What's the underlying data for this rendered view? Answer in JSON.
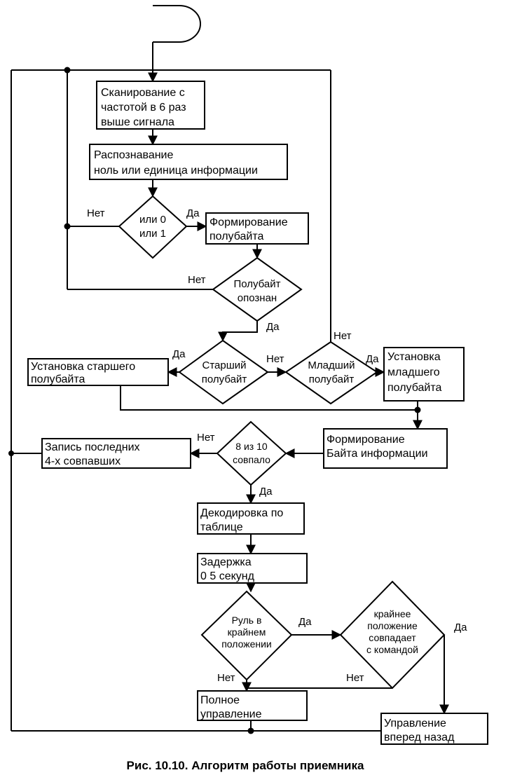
{
  "terminator": {
    "label": ""
  },
  "blocks": {
    "scan": [
      "Сканирование с",
      "частотой в 6 раз",
      "выше сигнала"
    ],
    "recognize": [
      "Распознавание",
      "ноль или единица информации"
    ],
    "form_nibble": [
      "Формирование",
      "полубайта"
    ],
    "set_high": [
      "Установка старшего",
      "полубайта"
    ],
    "set_low": [
      "Установка",
      "младшего",
      "полубайта"
    ],
    "record": [
      "Запись последних",
      "4-х совпавших"
    ],
    "form_byte": [
      "Формирование",
      "Байта информации"
    ],
    "decode": [
      "Декодировка по",
      "таблице"
    ],
    "delay": [
      "Задержка",
      "0 5 секунд"
    ],
    "full_control": [
      "Полное",
      "управление"
    ],
    "fwd_back": [
      "Управление",
      "вперед назад"
    ]
  },
  "decisions": {
    "zero_one": [
      "или 0",
      "или 1"
    ],
    "nibble_known": [
      "Полубайт",
      "опознан"
    ],
    "high": [
      "Старший",
      "полубайт"
    ],
    "low": [
      "Младший",
      "полубайт"
    ],
    "match": [
      "8 из 10",
      "совпало"
    ],
    "wheel": [
      "Руль в",
      "крайнем",
      "положении"
    ],
    "extreme": [
      "крайнее",
      "положение",
      "совпадает",
      "с командой"
    ]
  },
  "labels": {
    "yes": "Да",
    "no": "Нет"
  },
  "caption": "Рис. 10.10. Алгоритм работы приемника"
}
